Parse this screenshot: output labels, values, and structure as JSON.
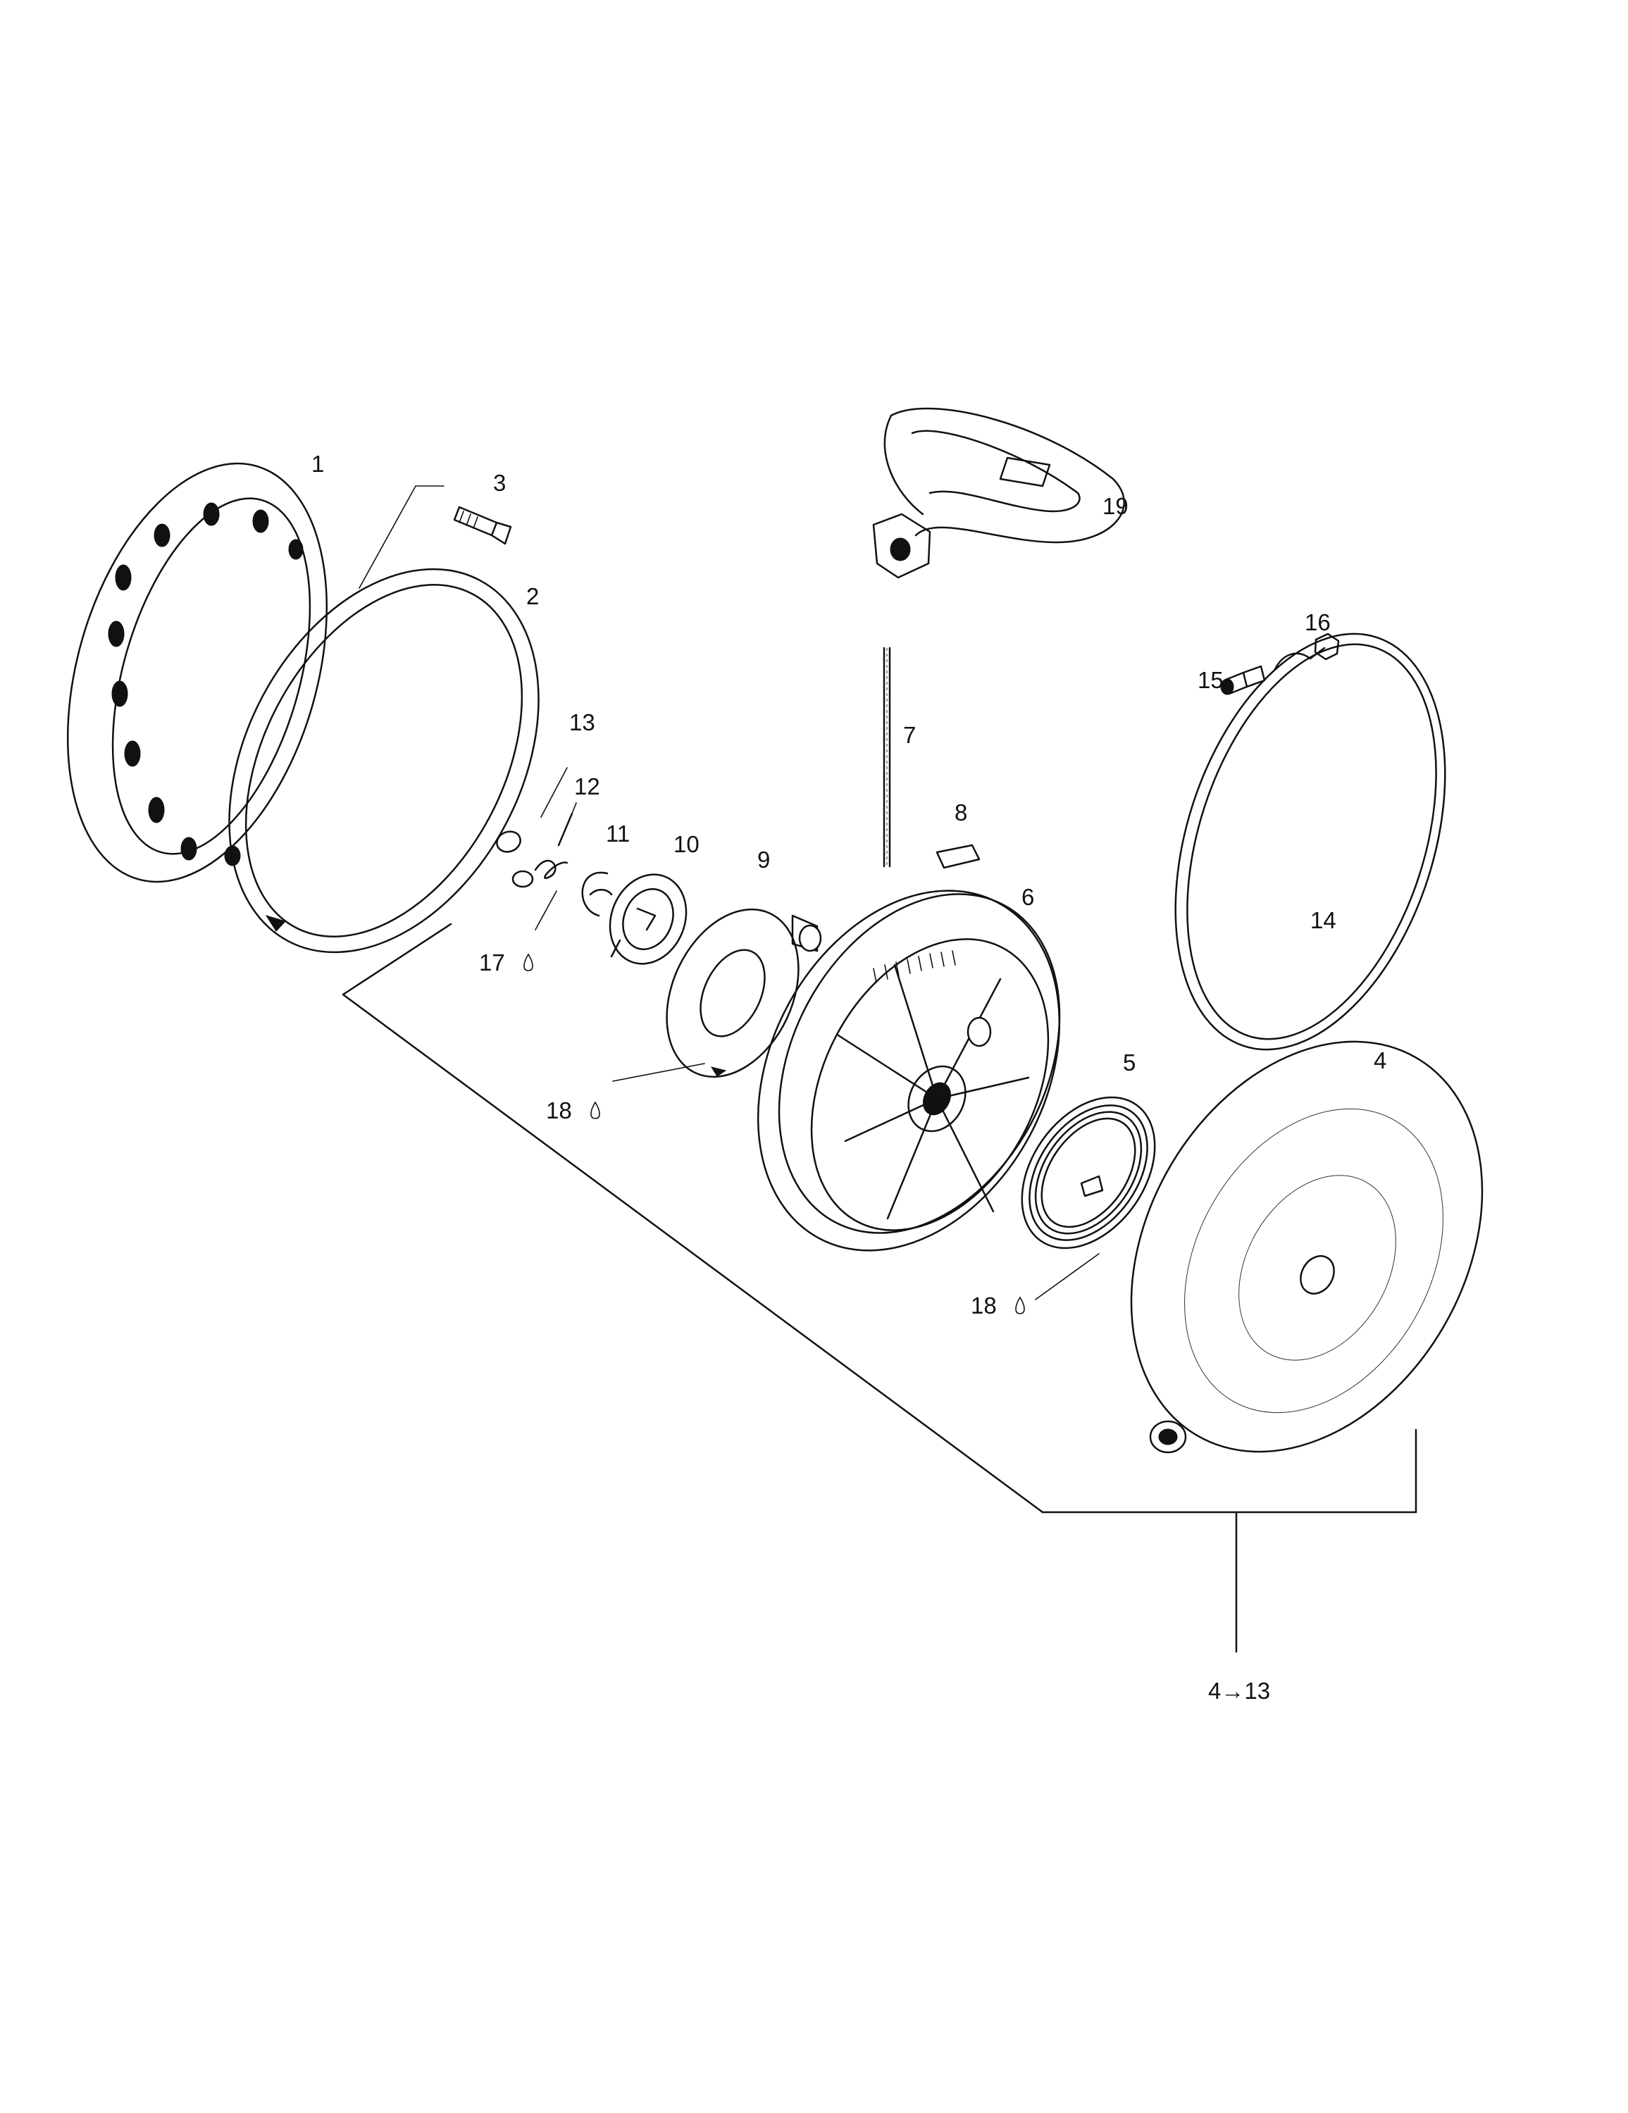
{
  "callouts": {
    "c1": "1",
    "c2": "2",
    "c3": "3",
    "c4": "4",
    "c5": "5",
    "c6": "6",
    "c7": "7",
    "c8": "8",
    "c9": "9",
    "c10": "10",
    "c11": "11",
    "c12": "12",
    "c13": "13",
    "c14": "14",
    "c15": "15",
    "c16": "16",
    "c17": "17",
    "c18a": "18",
    "c18b": "18",
    "c19": "19",
    "assembly": "4→13"
  }
}
